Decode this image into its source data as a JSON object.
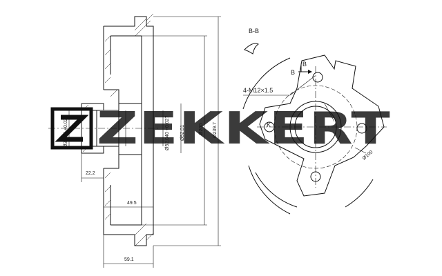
{
  "watermark": {
    "brand": "ZEKKERT"
  },
  "section": {
    "label": "B-B",
    "marker_b1": "B",
    "marker_b2": "B"
  },
  "thread_callout": "4-M12×1.5",
  "k_label": "K",
  "pcd_label": "Ø100",
  "dimensions": {
    "bore_dia": "Ø39.84 +0.027",
    "pilot_dia_1": "Ø52.040 +0.027",
    "pilot_dia_2": "Ø52.01",
    "drum_dia": "Ø200",
    "outer_dia": "Ø239.7",
    "hub_depth": "22.2",
    "drum_depth": "49.5",
    "total_depth": "59.1"
  }
}
